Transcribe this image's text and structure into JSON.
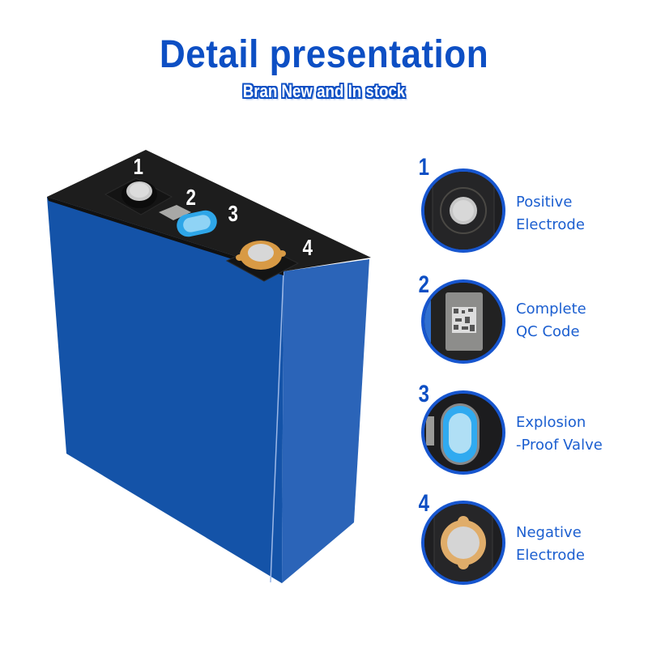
{
  "header": {
    "title": "Detail presentation",
    "subtitle": "Bran New and In stock"
  },
  "battery": {
    "front_color": "#1453a8",
    "side_color": "#2b64b8",
    "top_color": "#1b1b1b",
    "callouts": [
      {
        "number": "1"
      },
      {
        "number": "2"
      },
      {
        "number": "3"
      },
      {
        "number": "4"
      }
    ]
  },
  "details": [
    {
      "number": "1",
      "line1": "Positive",
      "line2": "Electrode",
      "icon": "positive-electrode-icon"
    },
    {
      "number": "2",
      "line1": "Complete",
      "line2": "QC Code",
      "icon": "qc-code-icon"
    },
    {
      "number": "3",
      "line1": "Explosion",
      "line2": "-Proof Valve",
      "icon": "explosion-proof-valve-icon"
    },
    {
      "number": "4",
      "line1": "Negative",
      "line2": "Electrode",
      "icon": "negative-electrode-icon"
    }
  ],
  "colors": {
    "brand_blue": "#0d4fc4",
    "label_blue": "#1c5fd0"
  }
}
